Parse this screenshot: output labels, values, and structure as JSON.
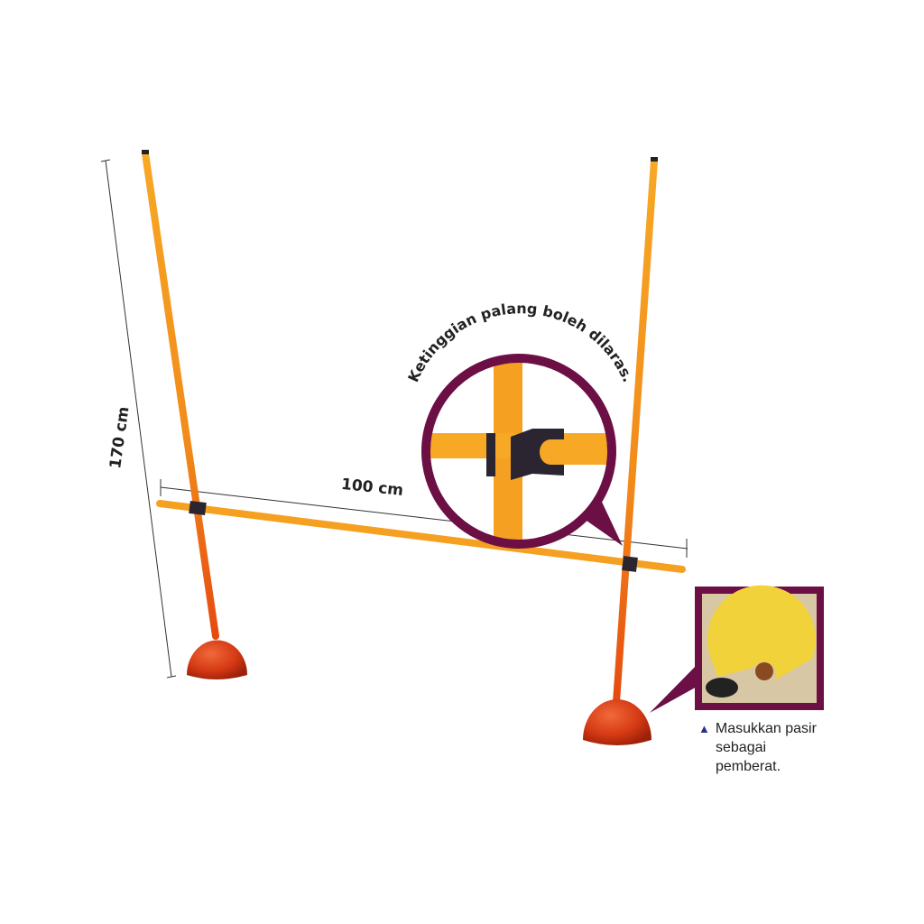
{
  "labels": {
    "height": "170 cm",
    "width": "100 cm",
    "callout": "Ketinggian palang boleh dilaras.",
    "caption_line1": "Masukkan pasir",
    "caption_line2": "sebagai",
    "caption_line3": "pemberat."
  },
  "colors": {
    "pole": "#f5a020",
    "pole_dark": "#e8600c",
    "base": "#d63a14",
    "callout": "#6b0f45",
    "clip": "#2a2530",
    "bullet": "#2a2f8f"
  },
  "icons": {
    "bullet": "triangle-up-icon"
  }
}
